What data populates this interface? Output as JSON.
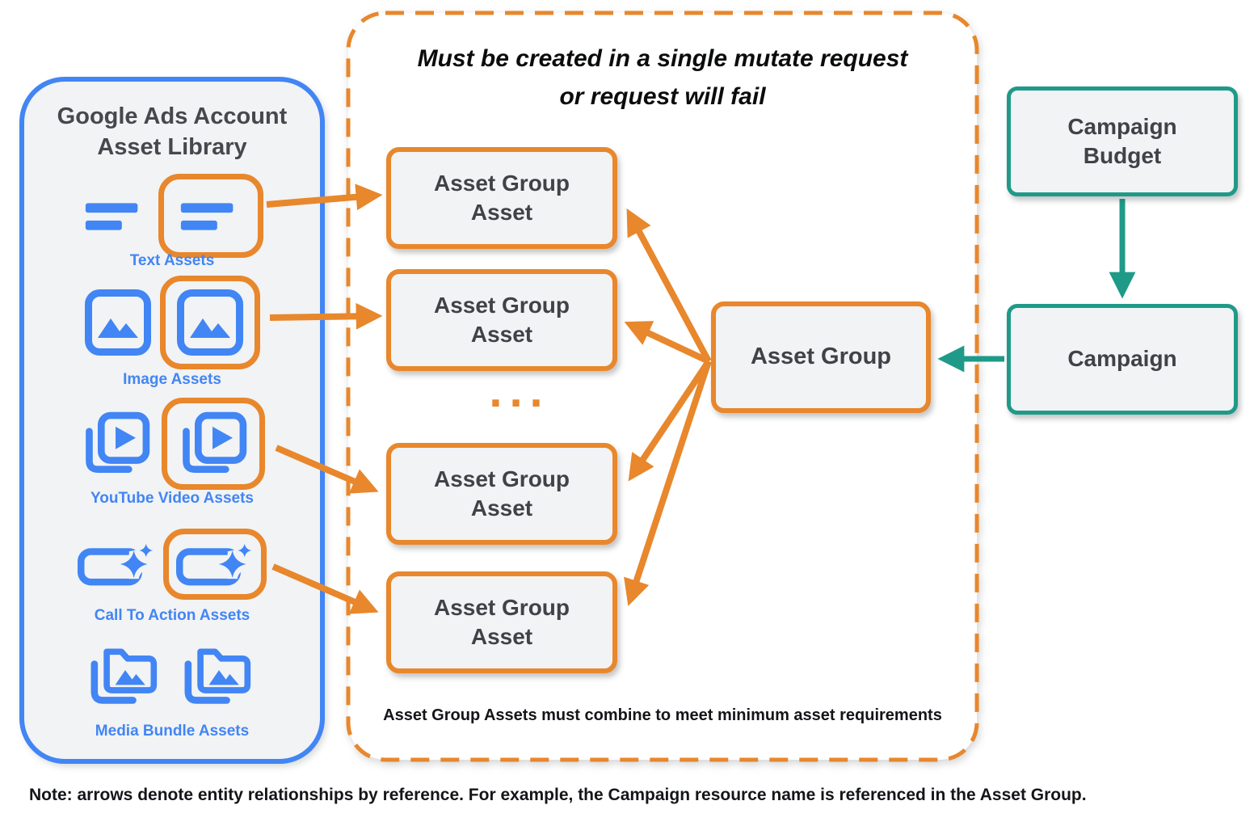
{
  "colors": {
    "blue": "#4285F4",
    "orange": "#E8872C",
    "teal": "#1F9A88",
    "box_fill": "#F1F3F4",
    "dark_text": "#3F4347",
    "black_text": "#141518"
  },
  "asset_library": {
    "title": "Google Ads Account Asset Library",
    "items": [
      {
        "label": "Text Assets",
        "icon": "text-lines-icon",
        "outlined": true
      },
      {
        "label": "Image Assets",
        "icon": "image-icon",
        "outlined": true
      },
      {
        "label": "YouTube Video Assets",
        "icon": "video-stack-icon",
        "outlined": true
      },
      {
        "label": "Call To Action Assets",
        "icon": "cta-sparkle-icon",
        "outlined": true
      },
      {
        "label": "Media Bundle Assets",
        "icon": "media-bundle-folder-icon",
        "outlined": false
      }
    ]
  },
  "mutate_group": {
    "title_line1": "Must be created in a single mutate request",
    "title_line2": "or request will fail",
    "asset_group_asset_label": "Asset Group Asset",
    "asset_group_asset_count": 4,
    "ellipsis": "...",
    "asset_group_label": "Asset Group",
    "caption": "Asset Group Assets must combine to meet minimum asset requirements"
  },
  "campaign_column": {
    "budget_label": "Campaign Budget",
    "campaign_label": "Campaign"
  },
  "note": "Note: arrows denote entity relationships by reference. For example, the Campaign resource name is referenced in the Asset Group."
}
